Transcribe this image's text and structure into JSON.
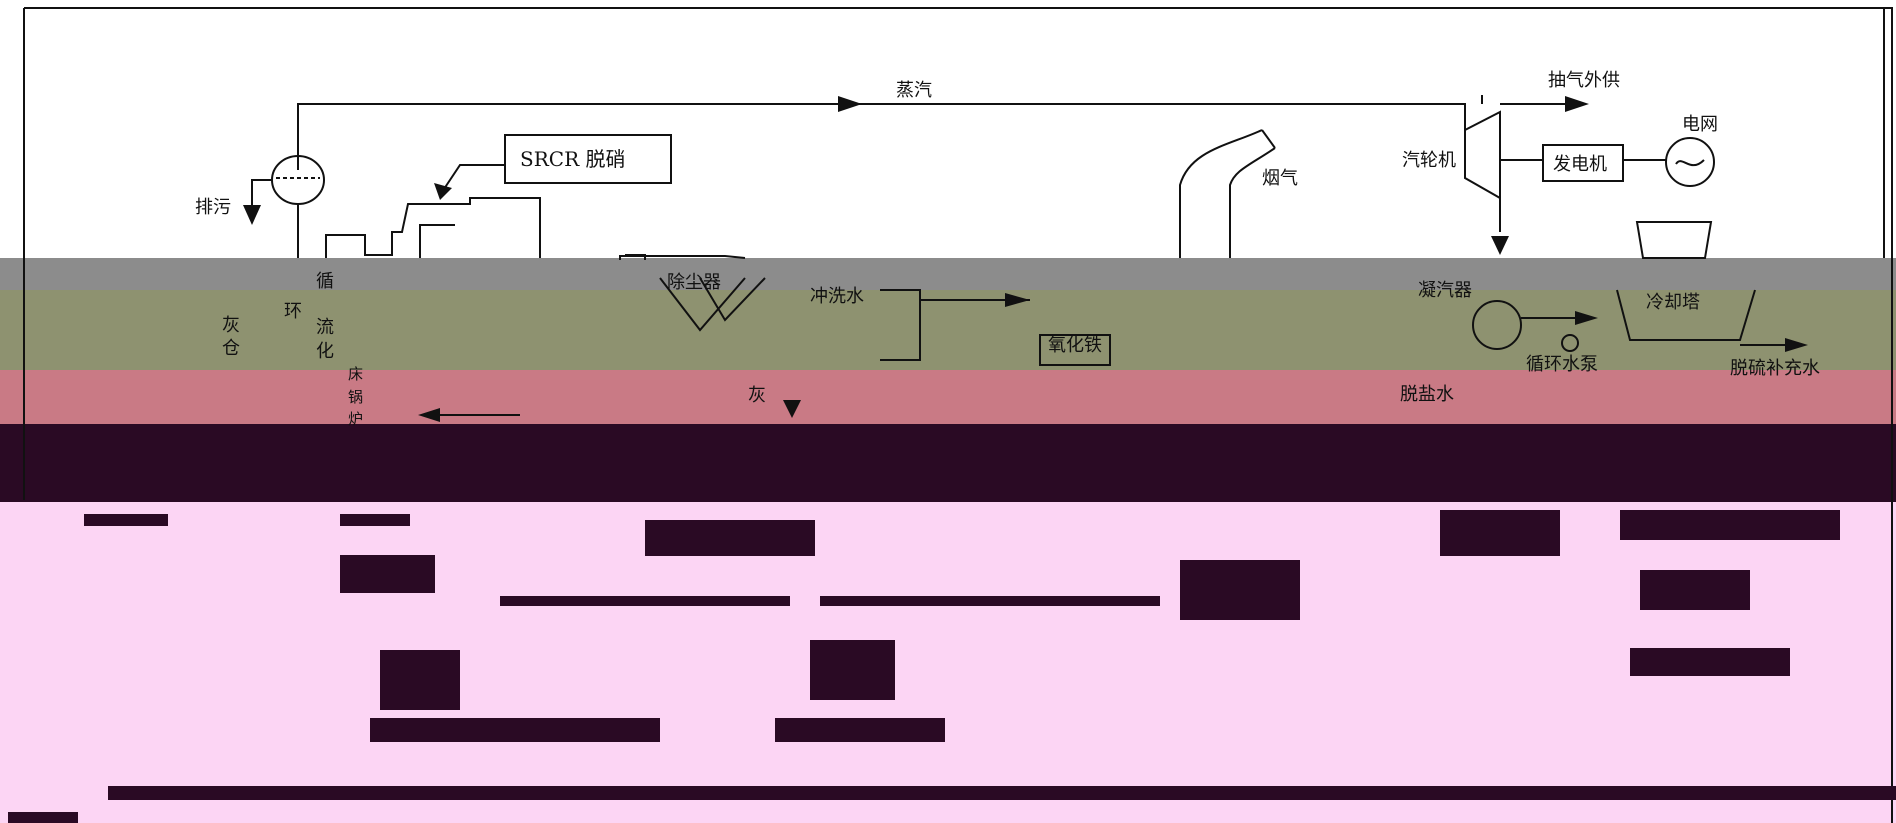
{
  "labels": {
    "steam": "蒸汽",
    "extraction": "抽气外供",
    "grid": "电网",
    "srcr": "SRCR 脱硝",
    "blowdown": "排污",
    "flue_gas": "烟气",
    "turbine": "汽轮机",
    "generator": "发电机",
    "boiler_1": "循",
    "boiler_2": "环",
    "boiler_3": "流",
    "boiler_4": "化",
    "boiler_5": "床",
    "boiler_6": "锅",
    "boiler_7": "炉",
    "ash_silo_1": "灰",
    "ash_silo_2": "仓",
    "dust_collector": "除尘器",
    "flush_water": "冲洗水",
    "iron_oxide": "氧化铁",
    "ash": "灰",
    "condenser": "凝汽器",
    "cooling_tower": "冷却塔",
    "circulating_pump": "循环水泵",
    "demin_water": "脱盐水",
    "desulf_water": "脱硫补充水"
  },
  "colors": {
    "ink": "#111111",
    "band_gray": "#8c8c8c",
    "band_olive": "#8e9270",
    "band_rose": "#c97a85",
    "band_dark": "#2a0a24",
    "band_pink": "#fcd5f4"
  }
}
